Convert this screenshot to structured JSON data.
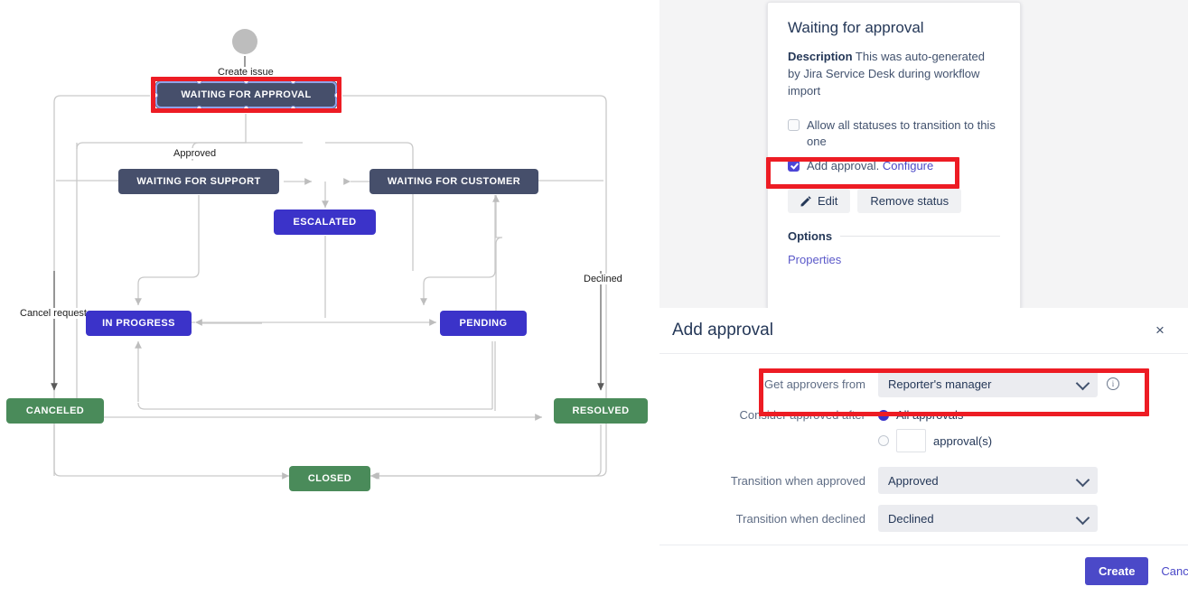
{
  "diagram": {
    "name": "jira-workflow-diagram",
    "start_node": "start-circle",
    "nodes": [
      {
        "id": "waiting-approval",
        "label": "WAITING FOR APPROVAL",
        "color": "dark",
        "selected": true
      },
      {
        "id": "waiting-support",
        "label": "WAITING FOR SUPPORT",
        "color": "dark"
      },
      {
        "id": "waiting-customer",
        "label": "WAITING FOR CUSTOMER",
        "color": "dark"
      },
      {
        "id": "escalated",
        "label": "ESCALATED",
        "color": "blue"
      },
      {
        "id": "in-progress",
        "label": "IN PROGRESS",
        "color": "blue"
      },
      {
        "id": "pending",
        "label": "PENDING",
        "color": "blue"
      },
      {
        "id": "canceled",
        "label": "CANCELED",
        "color": "green"
      },
      {
        "id": "resolved",
        "label": "RESOLVED",
        "color": "green"
      },
      {
        "id": "closed",
        "label": "CLOSED",
        "color": "green"
      }
    ],
    "edge_labels": [
      {
        "id": "create-issue",
        "text": "Create issue"
      },
      {
        "id": "approved",
        "text": "Approved"
      },
      {
        "id": "declined",
        "text": "Declined"
      },
      {
        "id": "cancel-request",
        "text": "Cancel request"
      }
    ],
    "colors": {
      "dark_status": "#464f6b",
      "blue_status": "#3b33c9",
      "green_status": "#4a8b5a",
      "connector": "#c9c9c9",
      "highlight": "#ed1c24",
      "selection": "#8fa3e8"
    }
  },
  "status_popup": {
    "title": "Waiting for approval",
    "description_label": "Description",
    "description_text": "This was auto-generated by Jira Service Desk during workflow import",
    "allow_all_label": "Allow all statuses to transition to this one",
    "allow_all_checked": false,
    "add_approval_label": "Add approval.",
    "configure_link": "Configure",
    "add_approval_checked": true,
    "edit_button": "Edit",
    "remove_status_button": "Remove status",
    "options_heading": "Options",
    "properties_link": "Properties"
  },
  "dialog": {
    "title": "Add approval",
    "close_label": "×",
    "fields": {
      "approvers_label": "Get approvers from",
      "approvers_value": "Reporter's manager",
      "consider_label": "Consider approved after",
      "all_approvals_label": "All approvals",
      "all_approvals_selected": true,
      "count_value": "",
      "count_suffix": "approval(s)",
      "count_selected": false,
      "approved_label": "Transition when approved",
      "approved_value": "Approved",
      "declined_label": "Transition when declined",
      "declined_value": "Declined"
    },
    "create_button": "Create",
    "cancel_button": "Cance"
  }
}
